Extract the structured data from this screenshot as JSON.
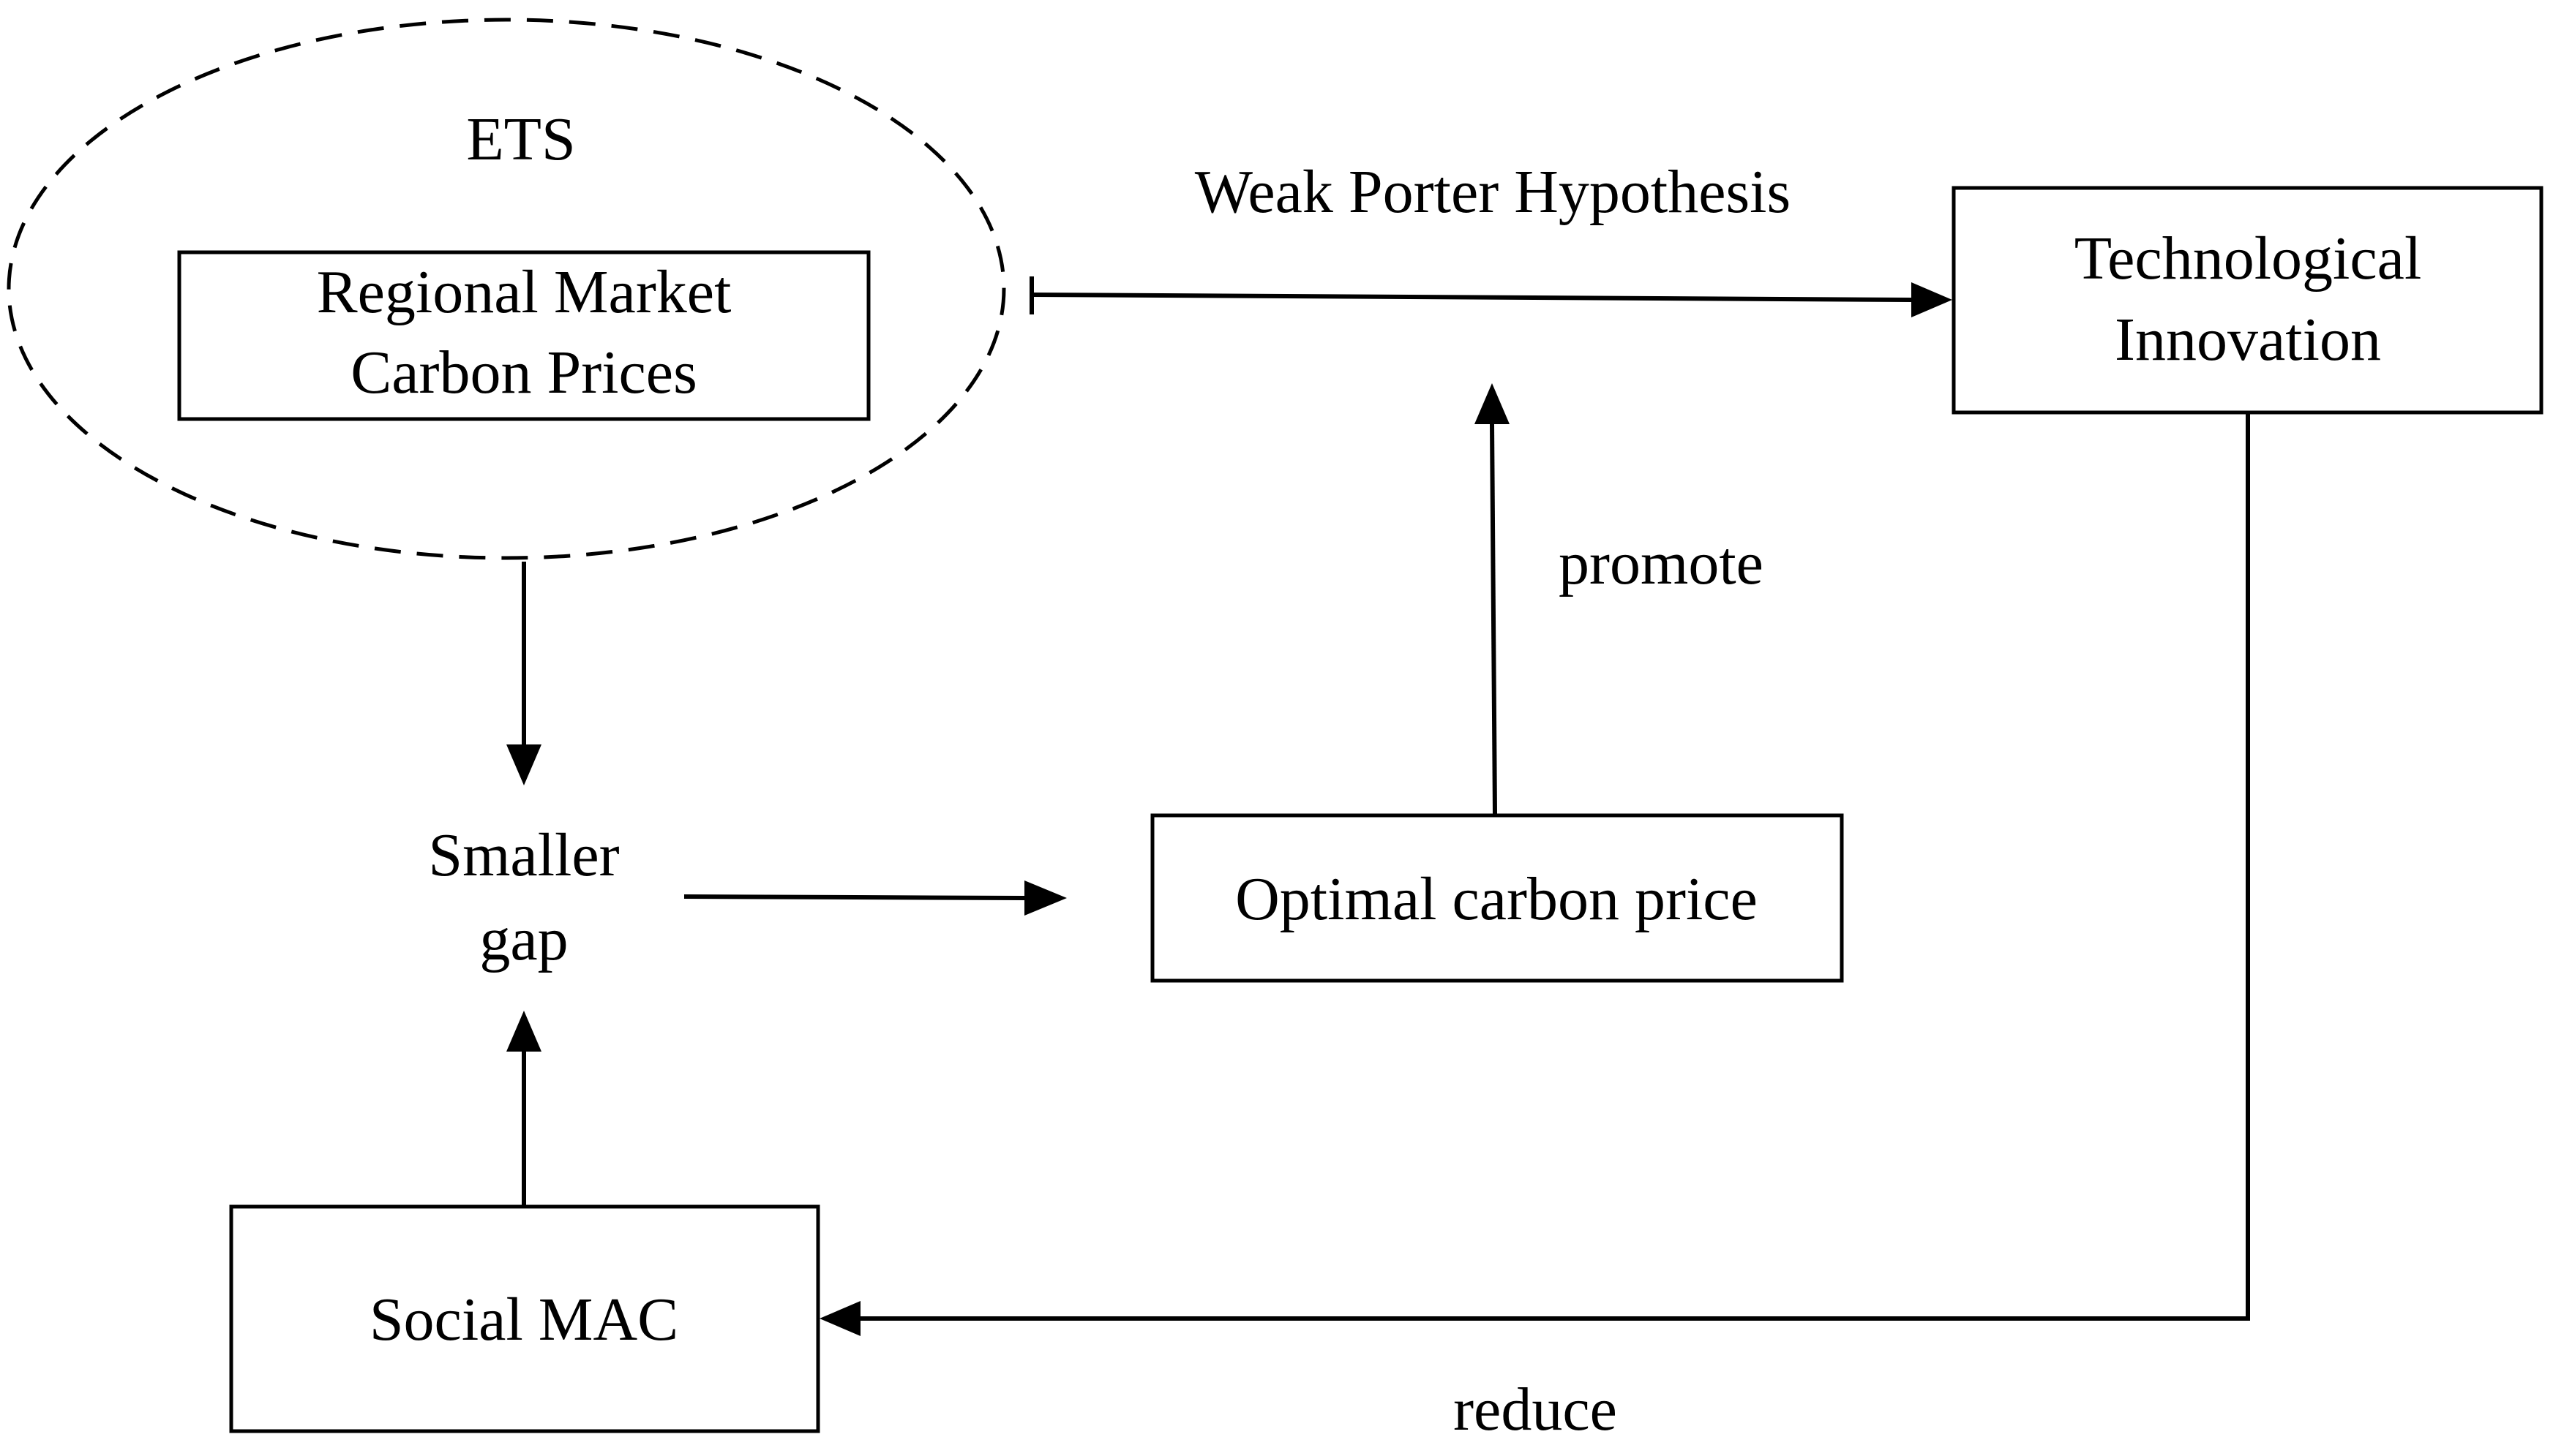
{
  "nodes": {
    "ets": {
      "label": "ETS"
    },
    "regional_market": {
      "line1": "Regional Market",
      "line2": "Carbon Prices"
    },
    "tech_innovation": {
      "line1": "Technological",
      "line2": "Innovation"
    },
    "smaller_gap": {
      "line1": "Smaller",
      "line2": "gap"
    },
    "optimal_price": {
      "label": "Optimal carbon price"
    },
    "social_mac": {
      "label": "Social MAC"
    }
  },
  "edges": {
    "weak_porter": {
      "label": "Weak Porter Hypothesis"
    },
    "promote": {
      "label": "promote"
    },
    "reduce": {
      "label": "reduce"
    }
  }
}
